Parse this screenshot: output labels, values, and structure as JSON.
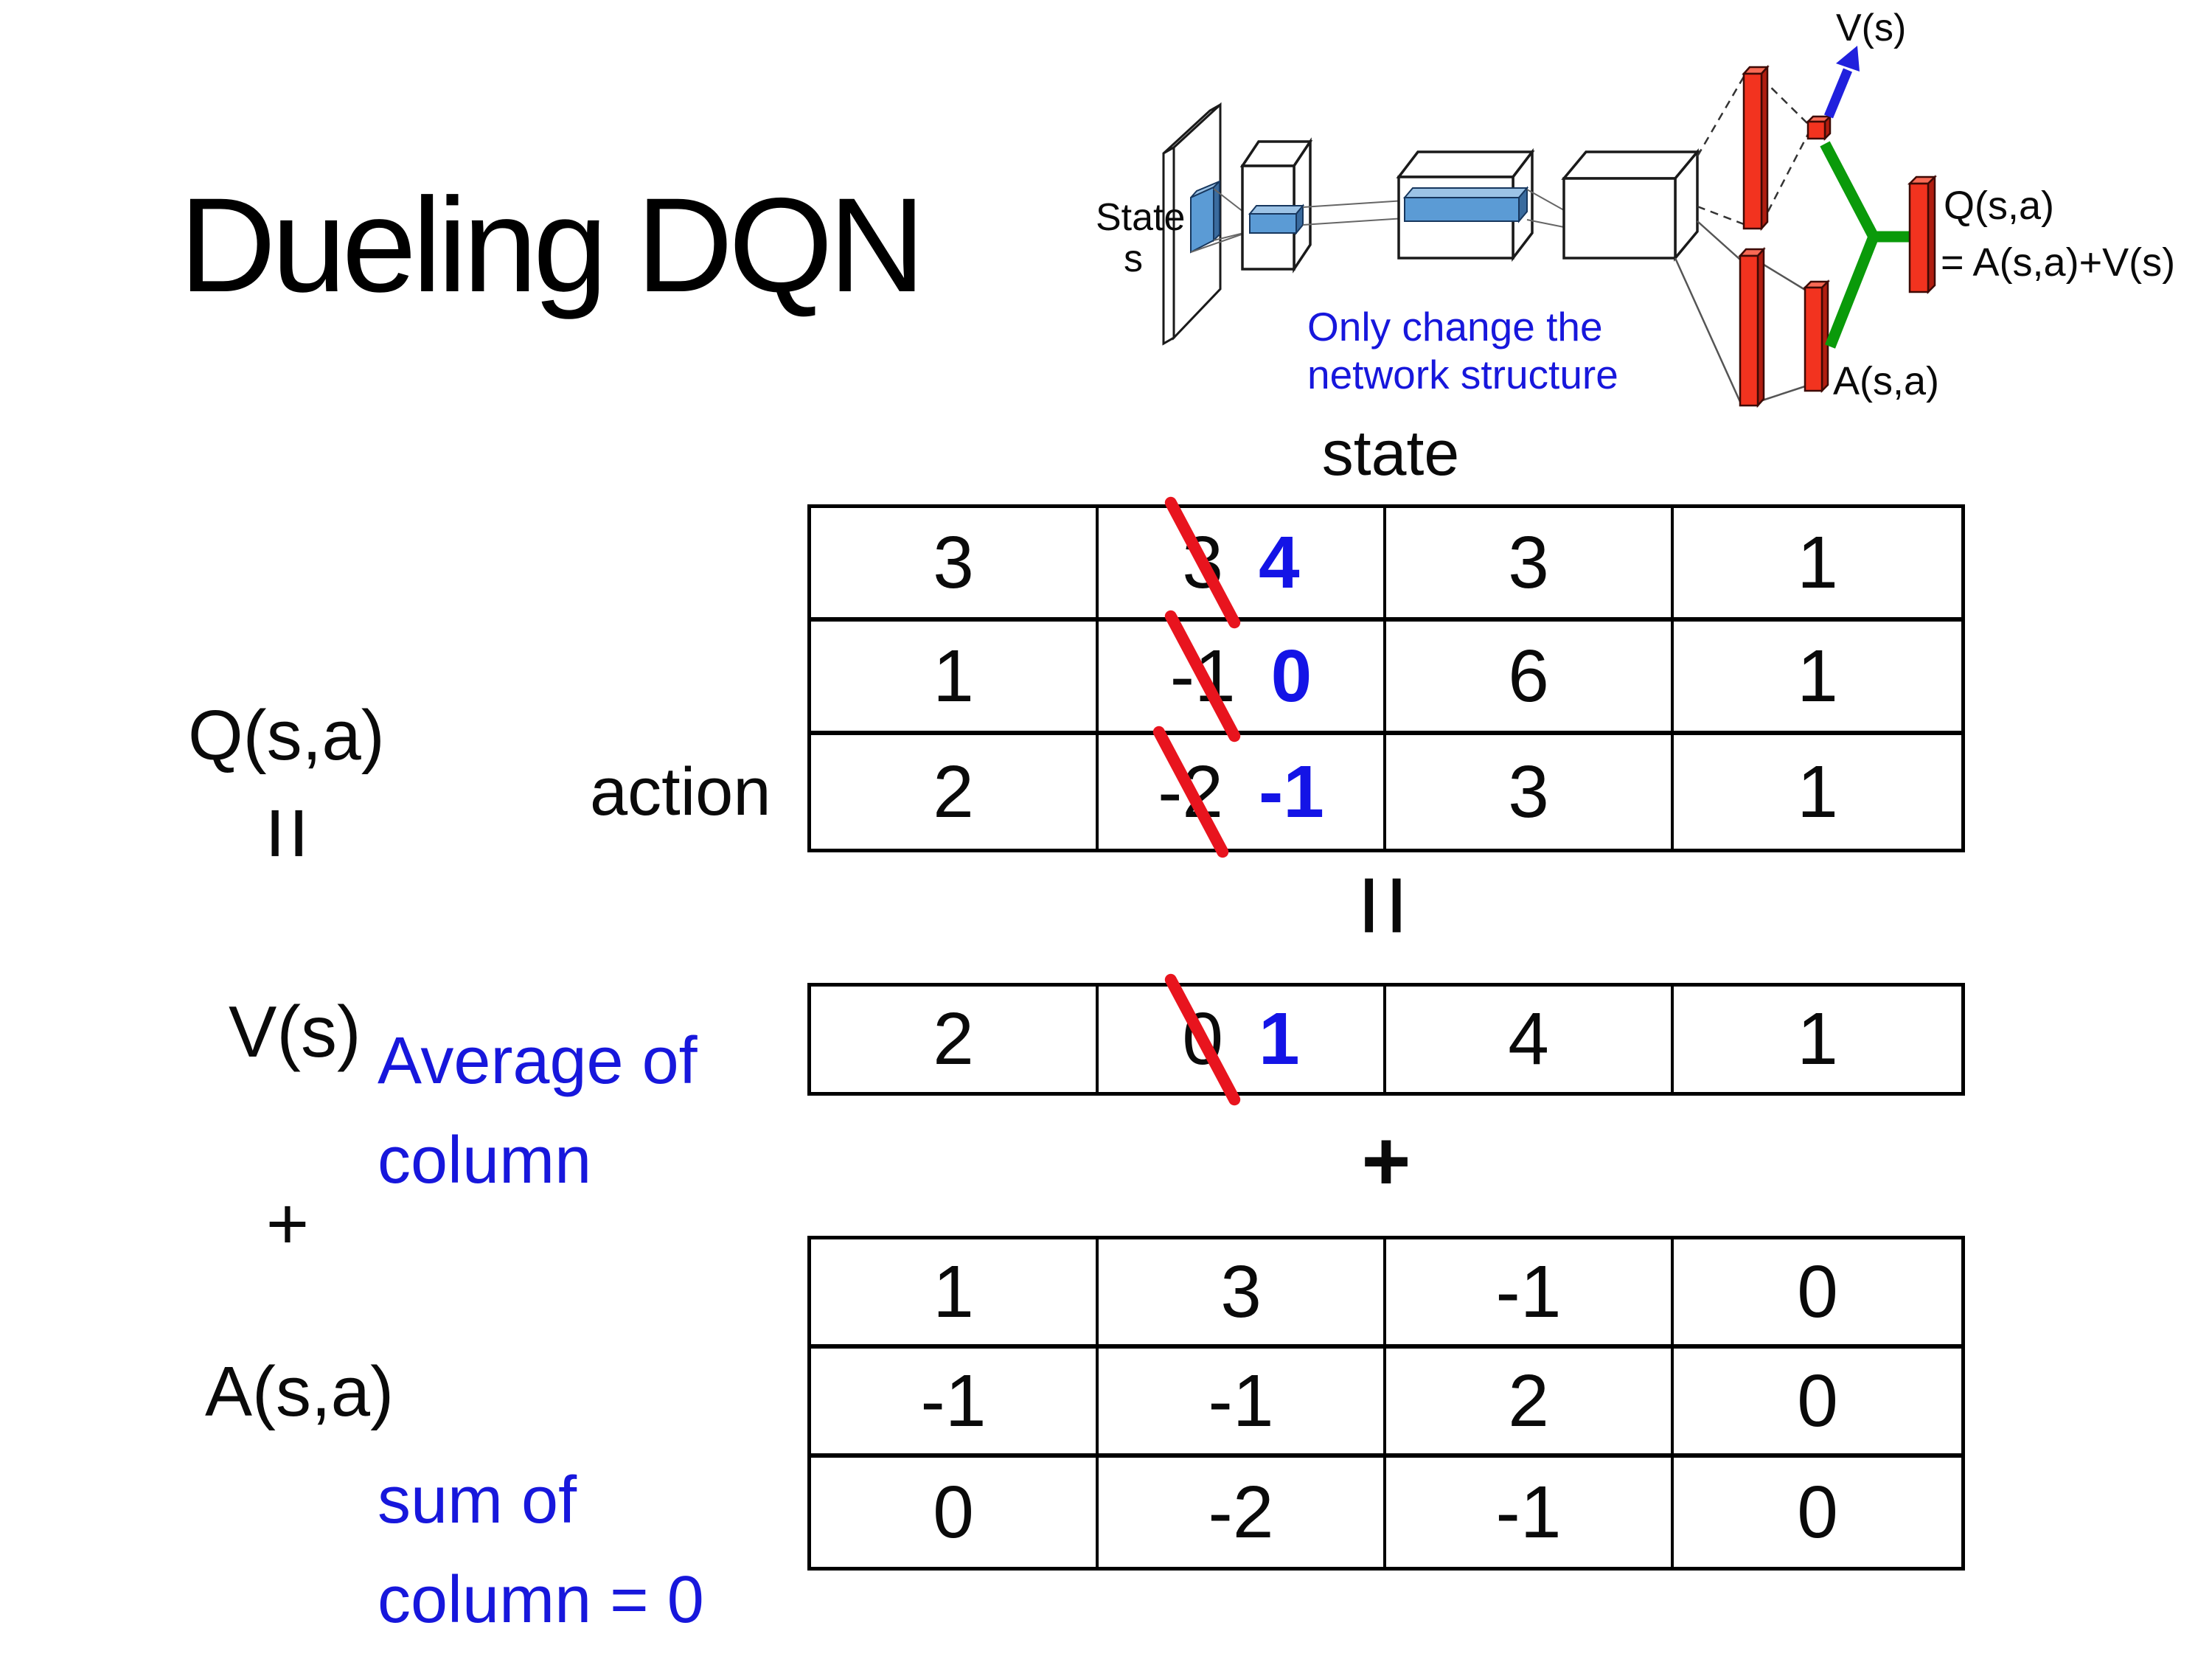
{
  "title": "Dueling DQN",
  "diagram": {
    "state_line1": "State",
    "state_line2": "s",
    "note_line1": "Only change the",
    "note_line2": "network structure",
    "v_output_label": "V(s)",
    "q_output_label_line1": "Q(s,a)",
    "q_output_label_line2": "= A(s,a)+V(s)",
    "a_output_label": "A(s,a)"
  },
  "equation": {
    "q_label": "Q(s,a)",
    "action_label": "action",
    "state_label": "state",
    "equals_sign": "=",
    "plus_sign": "+",
    "v_label": "V(s)",
    "a_label": "A(s,a)",
    "average_note_line1": "Average of",
    "average_note_line2": "column",
    "sum_note_line1": "sum of",
    "sum_note_line2": "column = 0"
  },
  "tables": {
    "q": [
      [
        "3",
        "3",
        "4",
        "3",
        "1"
      ],
      [
        "1",
        "-1",
        "0",
        "6",
        "1"
      ],
      [
        "2",
        "-2",
        "-1",
        "3",
        "1"
      ]
    ],
    "v": [
      "2",
      "0",
      "1",
      "4",
      "1"
    ],
    "a": [
      [
        "1",
        "3",
        "-1",
        "0"
      ],
      [
        "-1",
        "-1",
        "2",
        "0"
      ],
      [
        "0",
        "-2",
        "-1",
        "0"
      ]
    ]
  },
  "colors": {
    "annotation_blue": "#1717dc",
    "replacement_blue": "#1414e6",
    "strike_red": "#e8141e",
    "diagram_red": "#f2331f",
    "diagram_green": "#0a9a0a",
    "filter_blue": "#5b9bd5",
    "arrow_blue": "#2020dd"
  }
}
